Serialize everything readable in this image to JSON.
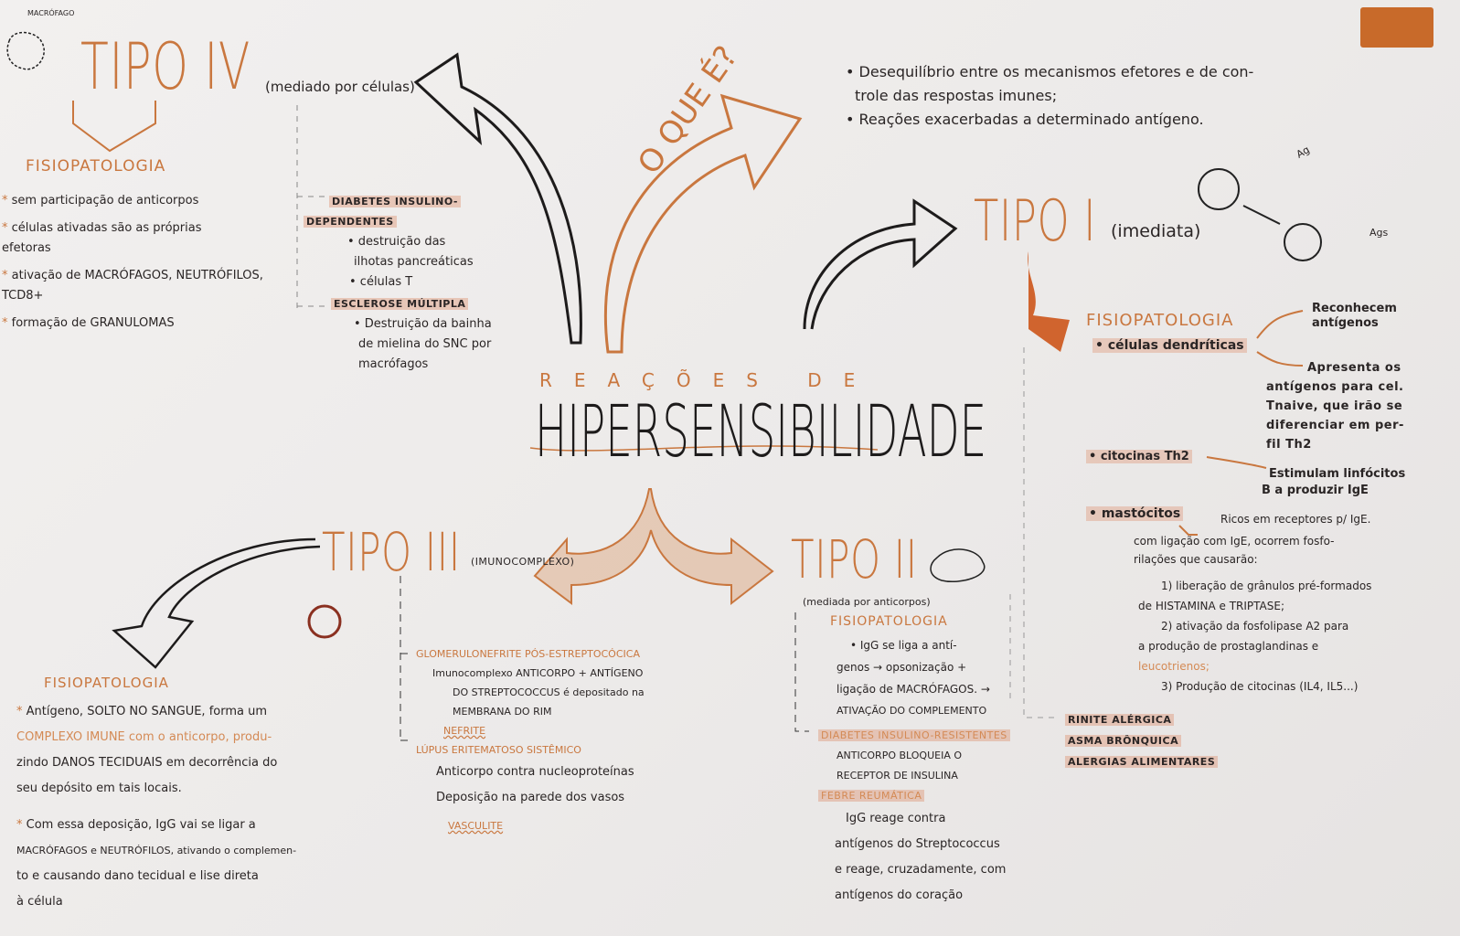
{
  "center": {
    "subtitle": "REAÇÕES DE",
    "title": "HIPERSENSIBILIDADE"
  },
  "question": {
    "label": "O QUE É?",
    "bullets": [
      "• Desequilíbrio entre os mecanismos efetores e de con-",
      "trole das respostas imunes;",
      "• Reações exacerbadas a determinado antígeno."
    ]
  },
  "tipo4": {
    "corner_label": "MACRÓFAGO",
    "title": "TIPO IV",
    "subtitle": "(mediado por células)",
    "section": "FISIOPATOLOGIA",
    "items": [
      "sem participação de anticorpos",
      "células ativadas são as próprias",
      "efetoras",
      "ativação de MACRÓFAGOS, NEUTRÓFILOS,",
      "TCD8+",
      "formação de GRANULOMAS"
    ],
    "diseases": [
      {
        "name": "DIABETES INSULINO-",
        "name2": "DEPENDENTES",
        "notes": [
          "• destruição das",
          "ilhotas pancreáticas",
          "• células T"
        ]
      },
      {
        "name": "ESCLEROSE MÚLTIPLA",
        "notes": [
          "• Destruição da bainha",
          "de mielina do SNC por",
          "macrófagos"
        ]
      }
    ]
  },
  "tipo1": {
    "title": "TIPO I",
    "subtitle": "(imediata)",
    "ag_label": "Ag",
    "ags_label": "Ags",
    "section": "FISIOPATOLOGIA",
    "dendritic": {
      "label": "• células dendríticas",
      "a": [
        "Reconhecem",
        "antígenos"
      ],
      "b": [
        "Apresenta os",
        "antígenos para cel.",
        "Tnaive, que irão se",
        "diferenciar em per-",
        "fil Th2"
      ]
    },
    "cytokines": {
      "label": "• citocinas Th2",
      "notes": [
        "Estimulam linfócitos",
        "B a produzir IgE"
      ]
    },
    "mast": {
      "label": "• mastócitos",
      "notes": [
        "Ricos em receptores p/ IgE.",
        "com ligação com IgE, ocorrem fosfo-",
        "rilações que causarão:"
      ],
      "steps": [
        "1) liberação de grânulos pré-formados",
        "de HISTAMINA e TRIPTASE;",
        "2) ativação da fosfolipase A2 para",
        "a produção de prostaglandinas e",
        "leucotrienos;",
        "3) Produção de citocinas (IL4, IL5...)"
      ]
    },
    "diseases": [
      "RINITE ALÉRGICA",
      "ASMA BRÔNQUICA",
      "ALERGIAS ALIMENTARES"
    ]
  },
  "tipo3": {
    "title": "TIPO III",
    "subtitle": "(IMUNOCOMPLEXO)",
    "section": "FISIOPATOLOGIA",
    "items": [
      "Antígeno, SOLTO NO SANGUE, forma um",
      "COMPLEXO IMUNE com o anticorpo, produ-",
      "zindo DANOS TECIDUAIS em decorrência do",
      "seu depósito em tais locais.",
      "Com essa deposição, IgG vai se ligar a",
      "MACRÓFAGOS e NEUTRÓFILOS, ativando o complemen-",
      "to e causando dano tecidual e lise direta",
      "à célula"
    ],
    "diseases": [
      "GLOMERULONEFRITE PÓS-ESTREPTOCÓCICA",
      "Imunocomplexo ANTICORPO + ANTÍGENO",
      "DO STREPTOCOCCUS é depositado na",
      "MEMBRANA DO RIM",
      "NEFRITE",
      "LÚPUS ERITEMATOSO SISTÊMICO",
      "Anticorpo contra nucleoproteínas",
      "Deposição na parede dos vasos",
      "VASCULITE"
    ]
  },
  "tipo2": {
    "title": "TIPO II",
    "subtitle": "(mediada por anticorpos)",
    "section": "FISIOPATOLOGIA",
    "items": [
      "• IgG se liga a antí-",
      "genos → opsonização +",
      "ligação de MACRÓFAGOS. →",
      "ATIVAÇÃO DO COMPLEMENTO"
    ],
    "diseases": [
      "DIABETES INSULINO-RESISTENTES",
      "ANTICORPO BLOQUEIA O",
      "RECEPTOR DE INSULINA",
      "FEBRE REUMÁTICA",
      "IgG reage contra",
      "antígenos do Streptococcus",
      "e reage, cruzadamente, com",
      "antígenos do coração"
    ]
  }
}
